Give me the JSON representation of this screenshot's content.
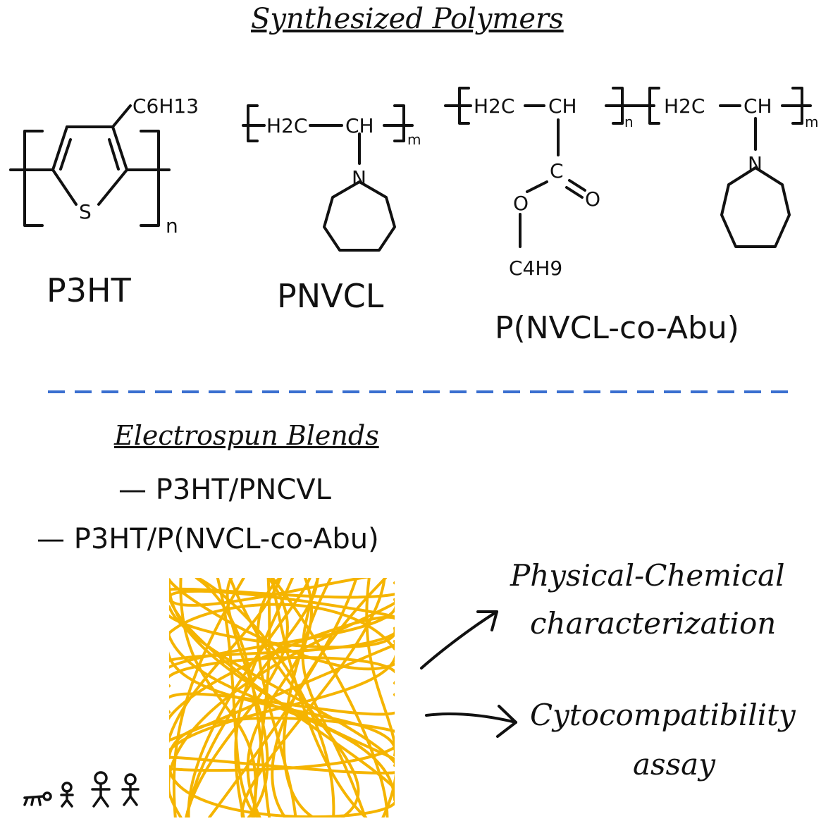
{
  "headings": {
    "synthesized": "Synthesized Polymers",
    "electrospun": "Electrospun Blends"
  },
  "polymers": [
    {
      "name": "P3HT",
      "substituent": "C6H13",
      "repeat": "n",
      "heteroatom": "S"
    },
    {
      "name": "PNVCL",
      "backbone_left": "H2C",
      "backbone_right": "CH",
      "repeat": "m",
      "ring_atom": "N"
    },
    {
      "name": "P(NVCL-co-Abu)",
      "block1_left": "H2C",
      "block1_right": "CH",
      "repeat1": "n",
      "block2_left": "H2C",
      "block2_right": "CH",
      "repeat2": "m",
      "carbonyl_c": "C",
      "carbonyl_o": "O",
      "ester_o": "O",
      "alkyl": "C4H9",
      "ring_atom": "N"
    }
  ],
  "blends": [
    "P3HT/PNCVL",
    "P3HT/P(NVCL-co-Abu)"
  ],
  "outcomes": [
    {
      "line1": "Physical-Chemical",
      "line2": "characterization"
    },
    {
      "line1": "Cytocompatibility",
      "line2": "assay"
    }
  ],
  "colors": {
    "ink": "#111111",
    "divider": "#3a6fd0",
    "fiber": "#f5b400"
  },
  "icons": [
    "crawling-baby-icon",
    "child-icon",
    "person-icon",
    "person-icon"
  ]
}
